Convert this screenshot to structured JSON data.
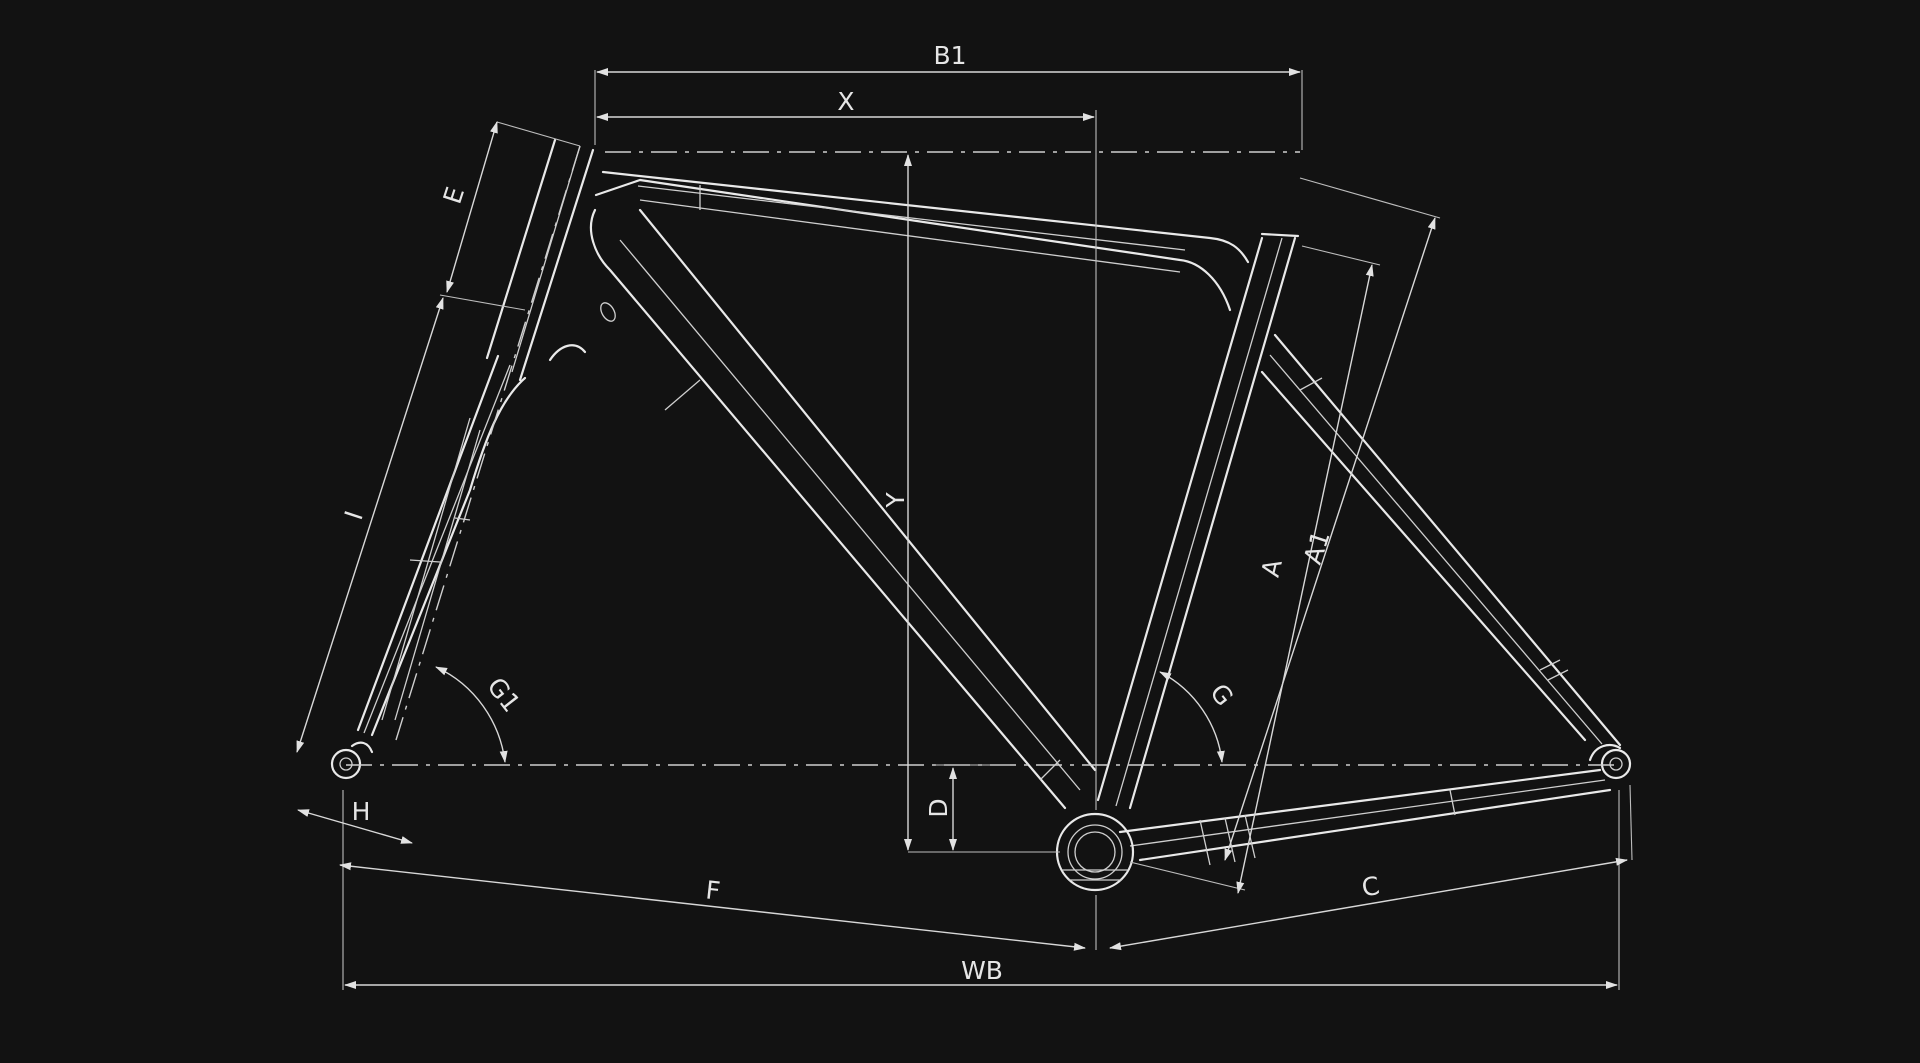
{
  "diagram": {
    "background": "#121212",
    "line_color": "#e9e9e9",
    "labels": {
      "B1": "B1",
      "X": "X",
      "E": "E",
      "Y": "Y",
      "I": "I",
      "A": "A",
      "A1": "A1",
      "G": "G",
      "G1": "G1",
      "D": "D",
      "H": "H",
      "F": "F",
      "C": "C",
      "WB": "WB"
    }
  }
}
